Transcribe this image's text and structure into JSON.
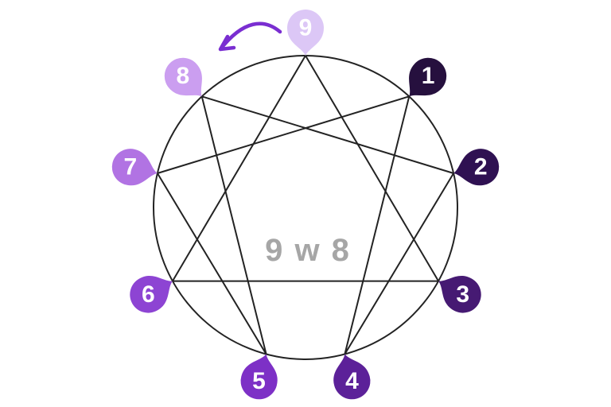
{
  "diagram": {
    "type": "enneagram-wing",
    "background": "#ffffff",
    "line_color": "#232323",
    "center_label": {
      "text": "9 w 8",
      "color": "#a6a6a6"
    },
    "pin_text_color": "#ffffff",
    "arrow": {
      "from": "9",
      "to": "8",
      "direction": "counterclockwise",
      "color": "#7a2ed1"
    },
    "pins": [
      {
        "label": "1",
        "angle": 47,
        "color": "#26103e"
      },
      {
        "label": "2",
        "angle": 13,
        "color": "#2f1152"
      },
      {
        "label": "3",
        "angle": -29,
        "color": "#461a73"
      },
      {
        "label": "4",
        "angle": -75,
        "color": "#5c2199"
      },
      {
        "label": "5",
        "angle": -105,
        "color": "#7d30c6"
      },
      {
        "label": "6",
        "angle": -151,
        "color": "#8d44d3"
      },
      {
        "label": "7",
        "angle": 167,
        "color": "#b173e3"
      },
      {
        "label": "8",
        "angle": 133,
        "color": "#cb9ef0"
      },
      {
        "label": "9",
        "angle": 90,
        "color": "#dcc7f6"
      }
    ],
    "connections": {
      "triangle": [
        "9",
        "3",
        "6"
      ],
      "hexad": [
        "1",
        "4",
        "2",
        "8",
        "5",
        "7"
      ]
    }
  }
}
